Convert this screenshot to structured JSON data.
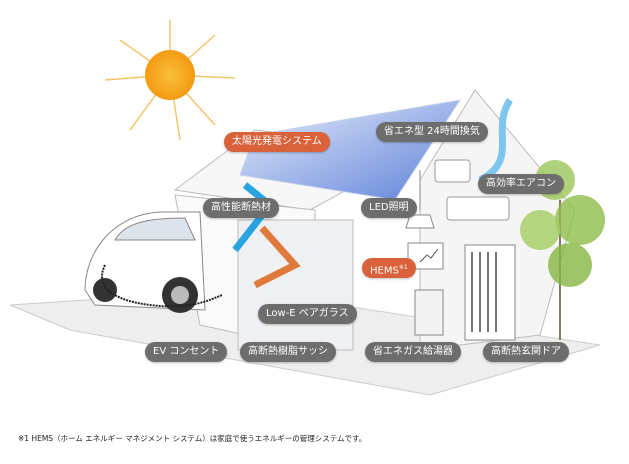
{
  "labels": {
    "solar": "太陽光発電システム",
    "ventilation": "省エネ型 24時間換気",
    "aircon": "高効率エアコン",
    "insulation": "高性能断熱材",
    "led": "LED照明",
    "hems": "HEMS",
    "hems_note": "※1",
    "lowe": "Low-E ペアガラス",
    "ev": "EV コンセント",
    "sash": "高断熱樹脂サッシ",
    "water_heater": "省エネガス給湯器",
    "door": "高断熱玄関ドア"
  },
  "footnote": "※1 HEMS（ホーム エネルギー マネジメント システム）は家庭で使うエネルギーの管理システムです。",
  "colors": {
    "orange": "#d9623a",
    "gray": "#6d6d6d",
    "panel": "#6f8fe0",
    "sun": "#f7a71b",
    "blue_arrow": "#2aa4e0"
  }
}
